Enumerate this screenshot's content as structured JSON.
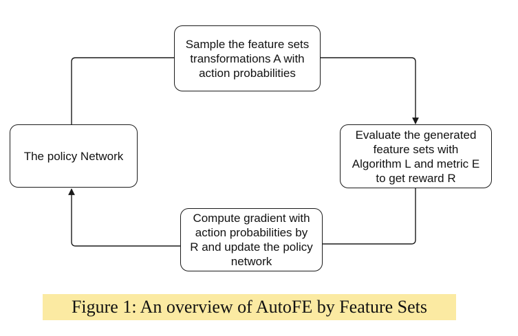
{
  "diagram": {
    "nodes": {
      "sample": "Sample the feature sets\ntransformations A with\naction probabilities",
      "evaluate": "Evaluate the generated\nfeature sets with\nAlgorithm L and metric E\nto get reward R",
      "compute": "Compute gradient with\naction probabilities by\nR and update the policy\nnetwork",
      "policy": "The policy Network"
    },
    "edges": [
      {
        "from": "policy",
        "to": "sample",
        "arrow": false
      },
      {
        "from": "sample",
        "to": "evaluate",
        "arrow": true
      },
      {
        "from": "evaluate",
        "to": "compute",
        "arrow": false
      },
      {
        "from": "compute",
        "to": "policy",
        "arrow": true
      }
    ]
  },
  "caption": {
    "text": "Figure 1: An overview of AutoFE by Feature Sets",
    "highlight_color": "#fbeaa2"
  }
}
